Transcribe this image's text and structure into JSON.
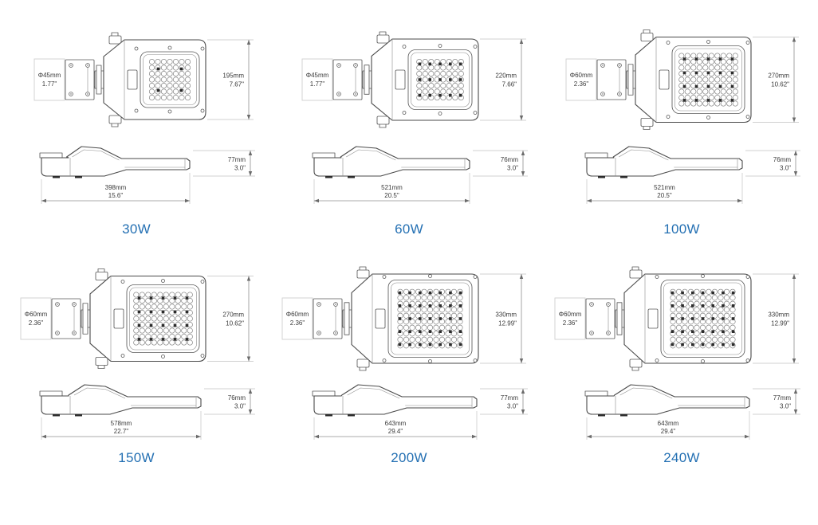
{
  "page": {
    "background": "#ffffff",
    "accent_color": "#2470b3",
    "line_color": "#4a4a4a",
    "dim_text_color": "#3a3a3a"
  },
  "products": [
    {
      "id": "30w",
      "label": "30W",
      "pole_diameter": {
        "mm": "Φ45mm",
        "inch": "1.77\""
      },
      "head_height": {
        "mm": "195mm",
        "inch": "7.67\""
      },
      "profile_height": {
        "mm": "77mm",
        "inch": "3.0\""
      },
      "overall_length": {
        "mm": "398mm",
        "inch": "15.6\""
      },
      "led_modules": {
        "cols": 2,
        "rows": 2
      }
    },
    {
      "id": "60w",
      "label": "60W",
      "pole_diameter": {
        "mm": "Φ45mm",
        "inch": "1.77\""
      },
      "head_height": {
        "mm": "220mm",
        "inch": "7.66\""
      },
      "profile_height": {
        "mm": "76mm",
        "inch": "3.0\""
      },
      "overall_length": {
        "mm": "521mm",
        "inch": "20.5\""
      },
      "led_modules": {
        "cols": 5,
        "rows": 3
      }
    },
    {
      "id": "100w",
      "label": "100W",
      "pole_diameter": {
        "mm": "Φ60mm",
        "inch": "2.36\""
      },
      "head_height": {
        "mm": "270mm",
        "inch": "10.62\""
      },
      "profile_height": {
        "mm": "76mm",
        "inch": "3.0\""
      },
      "overall_length": {
        "mm": "521mm",
        "inch": "20.5\""
      },
      "led_modules": {
        "cols": 5,
        "rows": 4
      }
    },
    {
      "id": "150w",
      "label": "150W",
      "pole_diameter": {
        "mm": "Φ60mm",
        "inch": "2.36\""
      },
      "head_height": {
        "mm": "270mm",
        "inch": "10.62\""
      },
      "profile_height": {
        "mm": "76mm",
        "inch": "3.0\""
      },
      "overall_length": {
        "mm": "578mm",
        "inch": "22.7\""
      },
      "led_modules": {
        "cols": 5,
        "rows": 4
      }
    },
    {
      "id": "200w",
      "label": "200W",
      "pole_diameter": {
        "mm": "Φ60mm",
        "inch": "2.36\""
      },
      "head_height": {
        "mm": "330mm",
        "inch": "12.99\""
      },
      "profile_height": {
        "mm": "77mm",
        "inch": "3.0\""
      },
      "overall_length": {
        "mm": "643mm",
        "inch": "29.4\""
      },
      "led_modules": {
        "cols": 7,
        "rows": 5
      }
    },
    {
      "id": "240w",
      "label": "240W",
      "pole_diameter": {
        "mm": "Φ60mm",
        "inch": "2.36\""
      },
      "head_height": {
        "mm": "330mm",
        "inch": "12.99\""
      },
      "profile_height": {
        "mm": "77mm",
        "inch": "3.0\""
      },
      "overall_length": {
        "mm": "643mm",
        "inch": "29.4\""
      },
      "led_modules": {
        "cols": 7,
        "rows": 5
      }
    }
  ]
}
